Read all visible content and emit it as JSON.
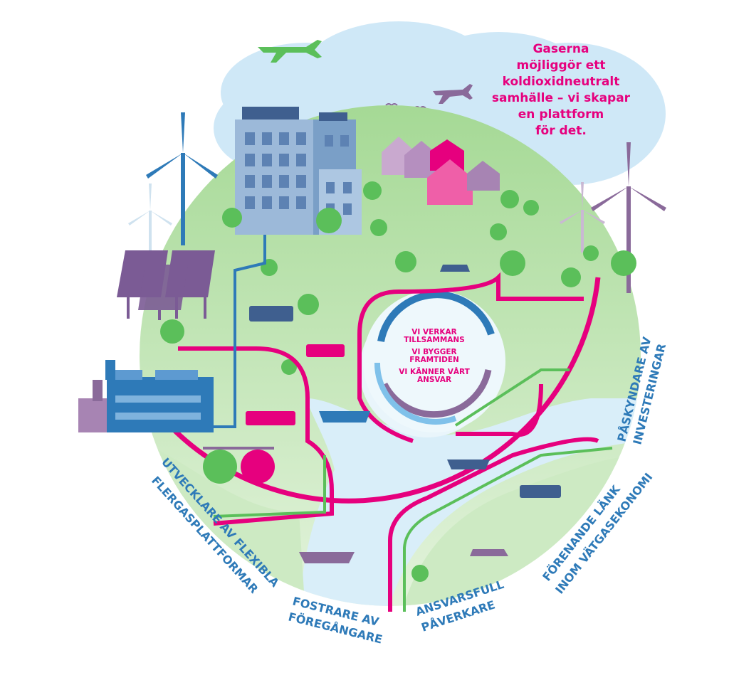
{
  "headline": {
    "lines": [
      "Gaserna",
      "möjliggör ett",
      "koldioxidneutralt",
      "samhälle – vi skapar",
      "en plattform",
      "för det."
    ]
  },
  "values_circle": {
    "items": [
      "VI VERKAR TILLSAMMANS",
      "VI BYGGER FRAMTIDEN",
      "VI KÄNNER VÅRT ANSVAR"
    ]
  },
  "roles": [
    "UTVECKLARE AV FLEXIBLA",
    "FLERGASPLATTFORMAR",
    "FOSTRARE AV",
    "FÖREGÅNGARE",
    "ANSVARSFULL",
    "PÅVERKARE",
    "FÖRENANDE LÄNK",
    "INOM VÄTGASEKONOMI",
    "PÅSKYNDARE AV",
    "INVESTERINGAR"
  ],
  "colors": {
    "magenta": "#e6007e",
    "green": "#5bbf5a",
    "blue": "#2e7ab8",
    "purple": "#8a6a9a",
    "sky": "#cfe8f7",
    "water": "#d9eef9"
  }
}
